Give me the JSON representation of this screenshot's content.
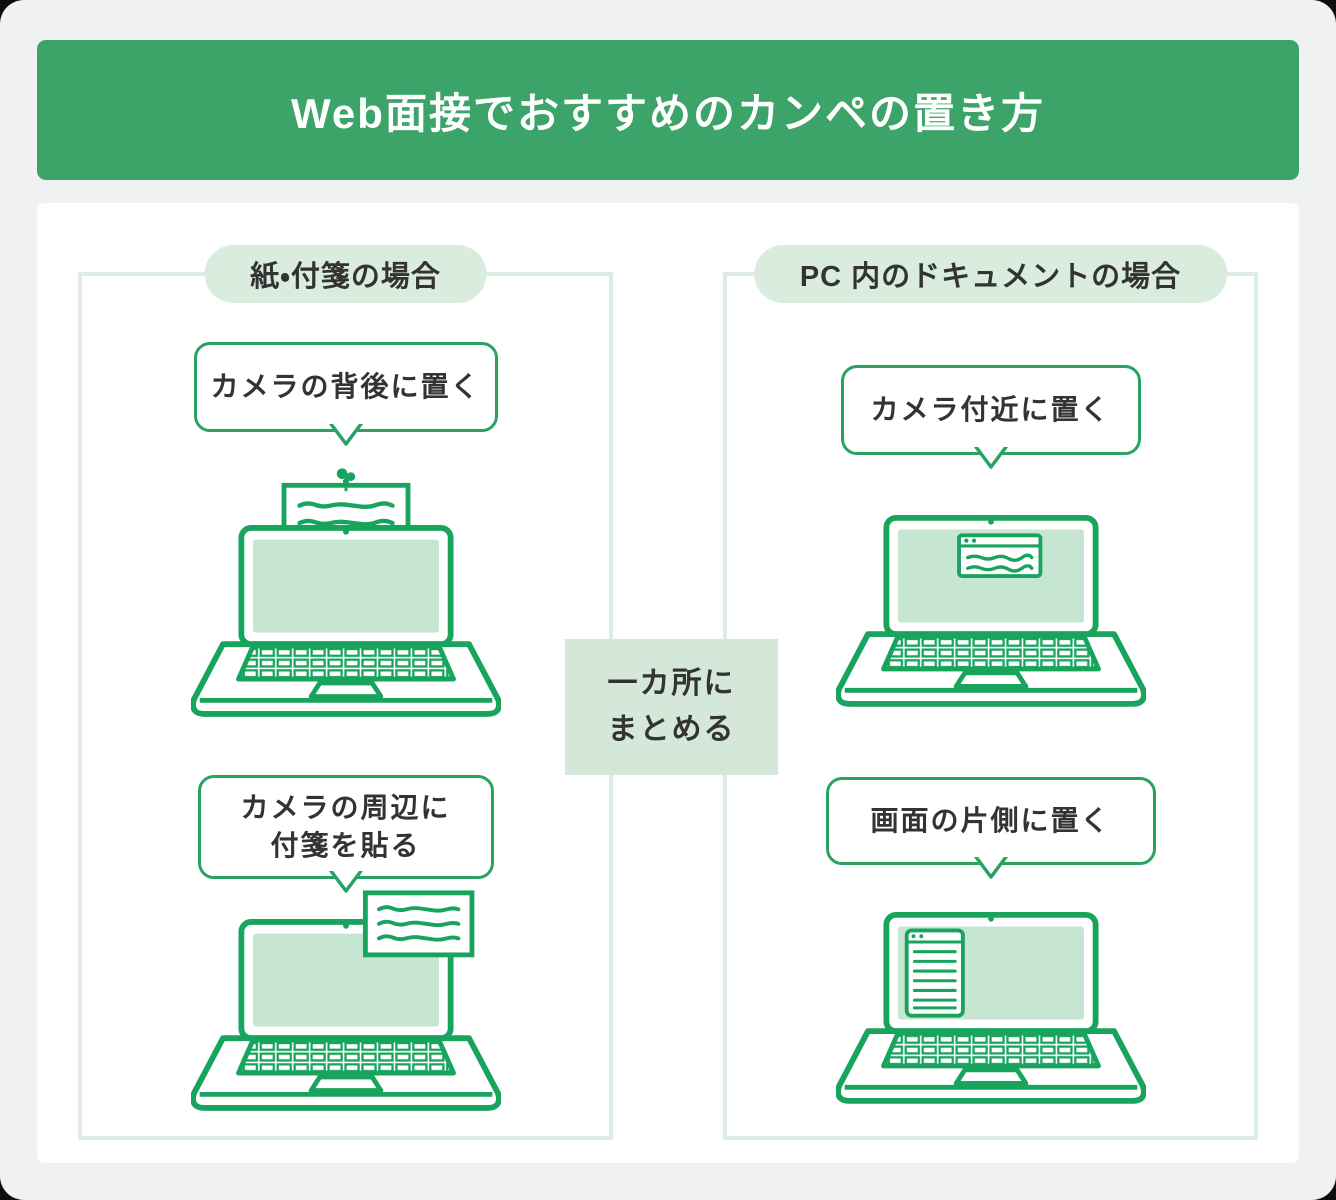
{
  "header": {
    "title": "Web面接でおすすめのカンペの置き方"
  },
  "columns": {
    "left": {
      "badge": "紙・付箋の場合",
      "items": [
        {
          "label": "カメラの背後に置く",
          "illustration": "laptop-paper-pinned-behind-camera"
        },
        {
          "label": "カメラの周辺に\n付箋を貼る",
          "illustration": "laptop-sticky-note-beside-camera"
        }
      ]
    },
    "right": {
      "badge": "PC 内のドキュメントの場合",
      "items": [
        {
          "label": "カメラ付近に置く",
          "illustration": "laptop-document-window-near-camera"
        },
        {
          "label": "画面の片側に置く",
          "illustration": "laptop-document-window-screen-side"
        }
      ]
    }
  },
  "connector": {
    "label": "一カ所に\nまとめる"
  },
  "colors": {
    "banner_green": "#3ca468",
    "line_green": "#19a45e",
    "bubble_border_green": "#29a262",
    "pill_light_green": "#d9ecde",
    "connector_light_green": "#d5e7d9",
    "column_border_green": "#dceee2",
    "screen_light_green": "#c6e6d2",
    "text_dark": "#333333",
    "page_background": "#f0f1f2"
  }
}
